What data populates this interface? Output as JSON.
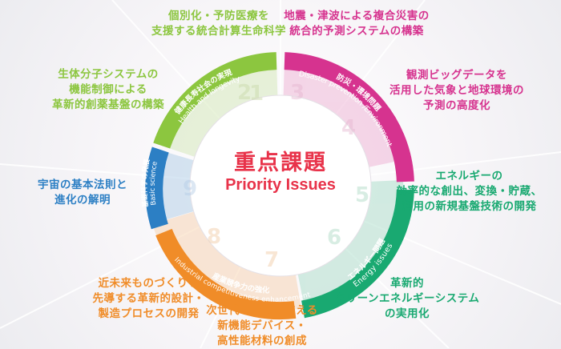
{
  "center": {
    "title": "重点課題",
    "subtitle": "Priority Issues"
  },
  "colors": {
    "health": "#8cc63f",
    "disaster": "#d6338f",
    "energy": "#19a971",
    "industry": "#f08c28",
    "science": "#2c7fc4",
    "title": "#e8334a"
  },
  "categories": [
    {
      "id": "health",
      "jp": "健康長寿社会の実現",
      "en": "Health and longevity",
      "color": "#8cc63f"
    },
    {
      "id": "disaster",
      "jp": "防災・環境問題",
      "en": "Disaster prevention /Environment",
      "color": "#d6338f"
    },
    {
      "id": "energy",
      "jp": "エネルギー問題",
      "en": "Energy issues",
      "color": "#19a971"
    },
    {
      "id": "industry",
      "jp": "産業競争力の強化",
      "en": "Industrial competitiveness enhancement",
      "color": "#f08c28"
    },
    {
      "id": "science",
      "jp": "基礎科学の発展",
      "en": "Basic science",
      "color": "#2c7fc4"
    }
  ],
  "issues": [
    {
      "number": "1",
      "text": "生体分子システムの\n機能制御による\n革新的創薬基盤の構築",
      "color": "#8cc63f"
    },
    {
      "number": "2",
      "text": "個別化・予防医療を\n支援する統合計算生命科学",
      "color": "#8cc63f"
    },
    {
      "number": "3",
      "text": "地震・津波による複合災害の\n統合的予測システムの構築",
      "color": "#d6338f"
    },
    {
      "number": "4",
      "text": "観測ビッグデータを\n活用した気象と地球環境の\n予測の高度化",
      "color": "#d6338f"
    },
    {
      "number": "5",
      "text": "エネルギーの\n効率的な創出、変換・貯蔵、\n利用の新規基盤技術の開発",
      "color": "#19a971"
    },
    {
      "number": "6",
      "text": "革新的\nクリーンエネルギーシステム\nの実用化",
      "color": "#19a971"
    },
    {
      "number": "7",
      "text": "次世代の産業を支える\n新機能デバイス・\n高性能材料の創成",
      "color": "#f08c28"
    },
    {
      "number": "8",
      "text": "近未来ものづくりを\n先導する革新的設計・\n製造プロセスの開発",
      "color": "#f08c28"
    },
    {
      "number": "9",
      "text": "宇宙の基本法則と\n進化の解明",
      "color": "#2c7fc4"
    }
  ]
}
